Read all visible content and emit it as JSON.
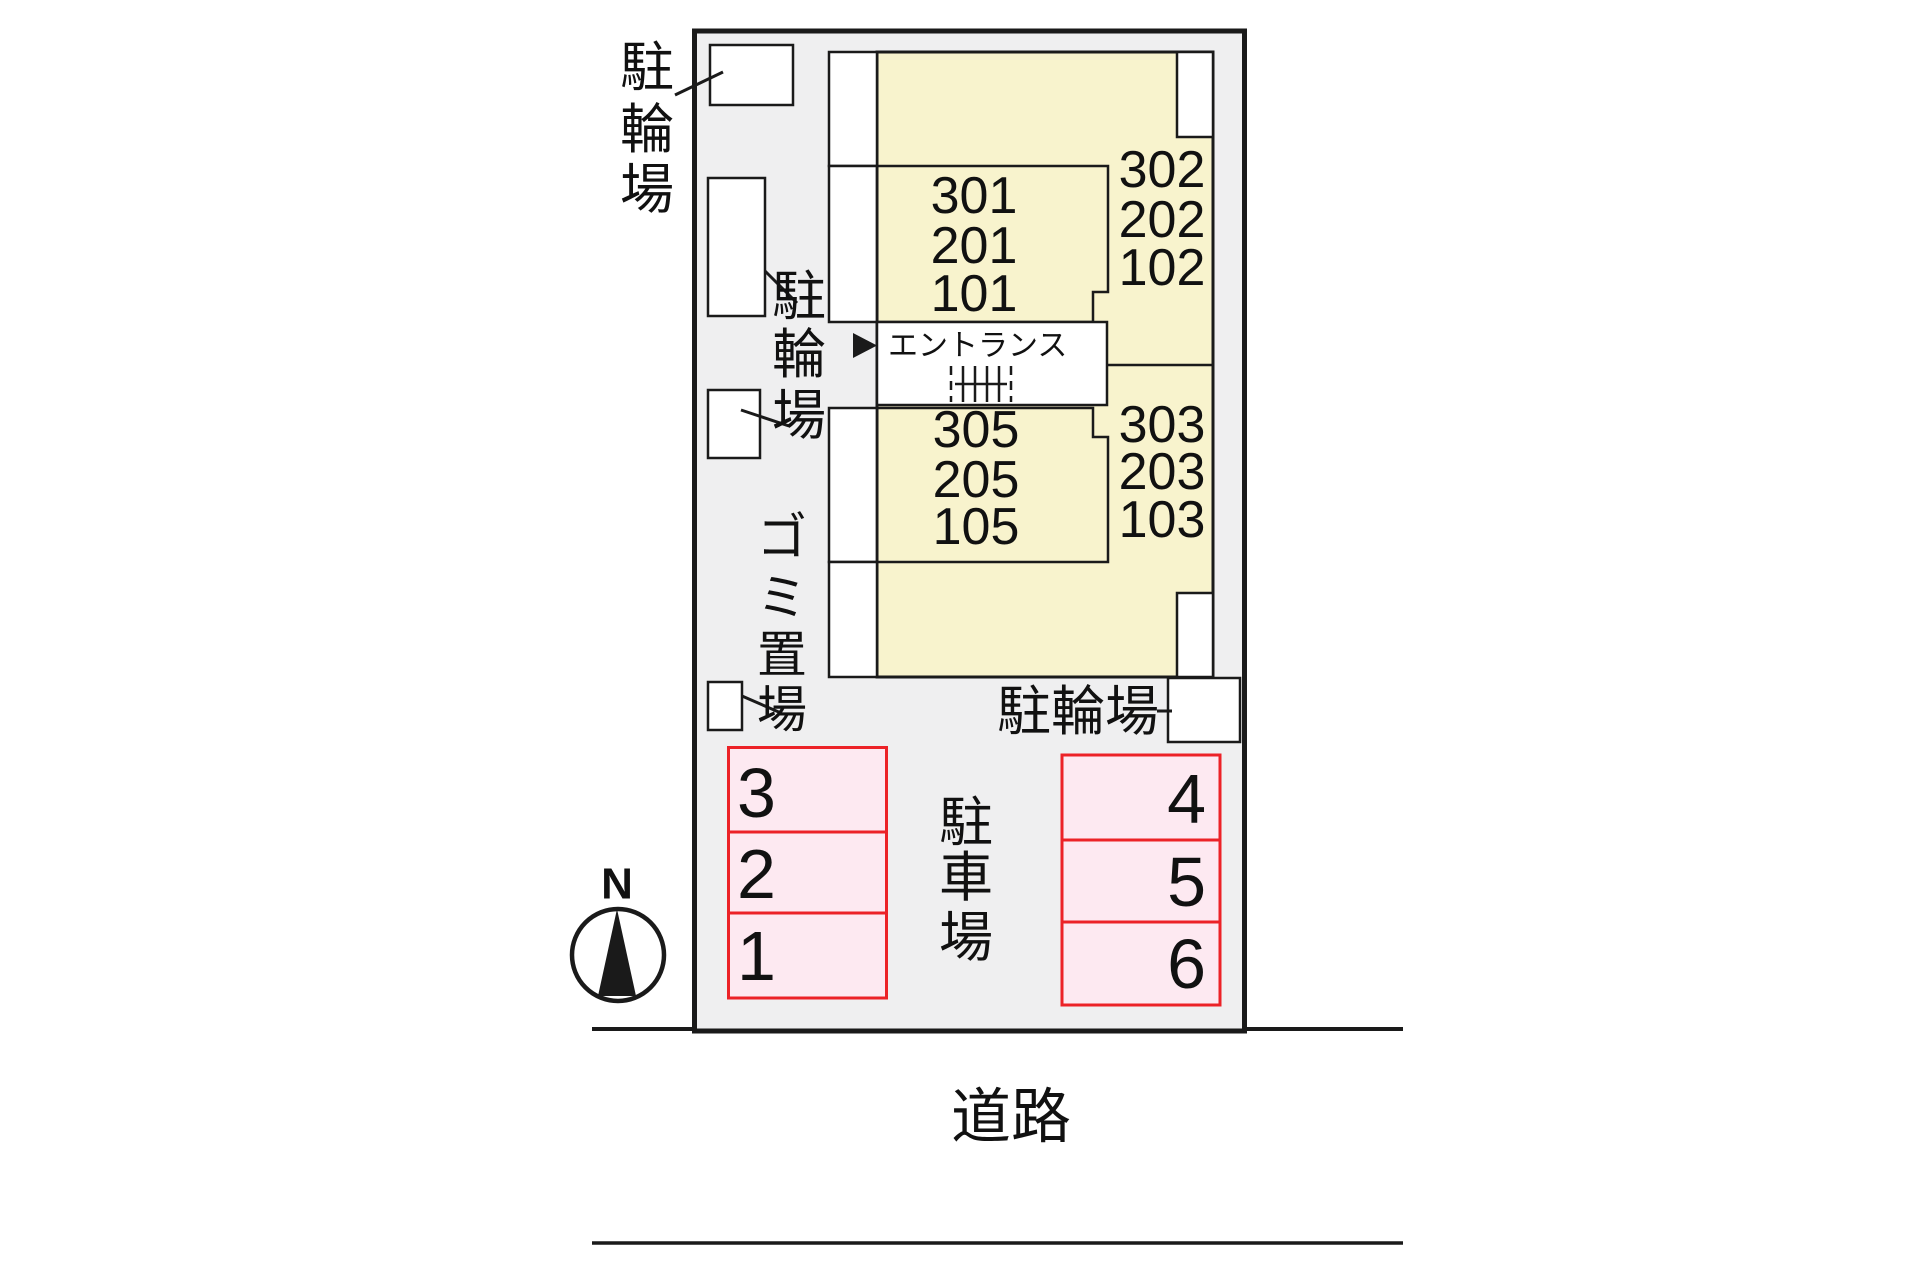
{
  "labels": {
    "road": "道路",
    "entrance": "エントランス",
    "compass_north": "N"
  },
  "bicycle_parking": {
    "text": "駐輪場",
    "chars": [
      "駐",
      "輪",
      "場"
    ]
  },
  "garbage_area": {
    "text": "ゴミ置場",
    "chars": [
      "ゴ",
      "ミ",
      "置",
      "場"
    ]
  },
  "car_parking": {
    "text": "駐車場",
    "chars": [
      "駐",
      "車",
      "場"
    ]
  },
  "units": {
    "center_upper": [
      "301",
      "201",
      "101"
    ],
    "center_lower": [
      "305",
      "205",
      "105"
    ],
    "right_upper": [
      "302",
      "202",
      "102"
    ],
    "right_lower": [
      "303",
      "203",
      "103"
    ]
  },
  "parking_spots": {
    "left": [
      "3",
      "2",
      "1"
    ],
    "right": [
      "4",
      "5",
      "6"
    ]
  },
  "colors": {
    "page_bg": "#ffffff",
    "plot_fill": "#efeff0",
    "building_fill": "#f8f3cd",
    "white_fill": "#ffffff",
    "line": "#1a1a1a",
    "parking_fill": "#fde9f1",
    "parking_stroke": "#ec2227",
    "text": "#111111"
  }
}
